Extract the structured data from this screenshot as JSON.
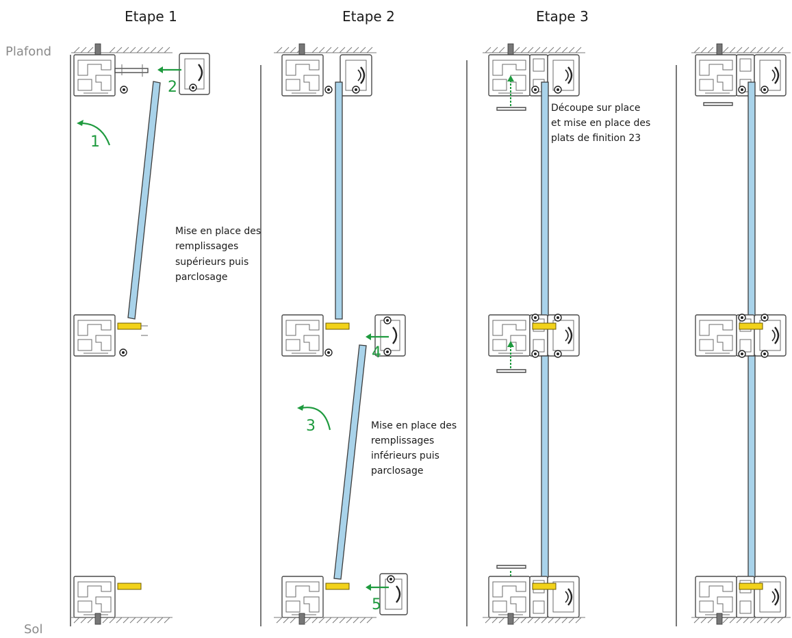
{
  "labels": {
    "ceiling": "Plafond",
    "floor": "Sol"
  },
  "steps": [
    {
      "title": "Etape 1"
    },
    {
      "title": "Etape 2"
    },
    {
      "title": "Etape 3"
    }
  ],
  "notes": {
    "step1": [
      "Mise en place des",
      "remplissages",
      "supérieurs puis",
      "parclosage"
    ],
    "step2": [
      "Mise en place des",
      "remplissages",
      "inférieurs puis",
      "parclosage"
    ],
    "step3": [
      "Découpe sur place",
      "et mise en place des",
      "plats de finition 23"
    ]
  },
  "markers": [
    "1",
    "2",
    "3",
    "4",
    "5"
  ],
  "colors": {
    "glass": "#a9d3ea",
    "gasket": "#f2d21a",
    "marker": "#1e9a3e",
    "ceiling_label": "#8a8a8a"
  }
}
